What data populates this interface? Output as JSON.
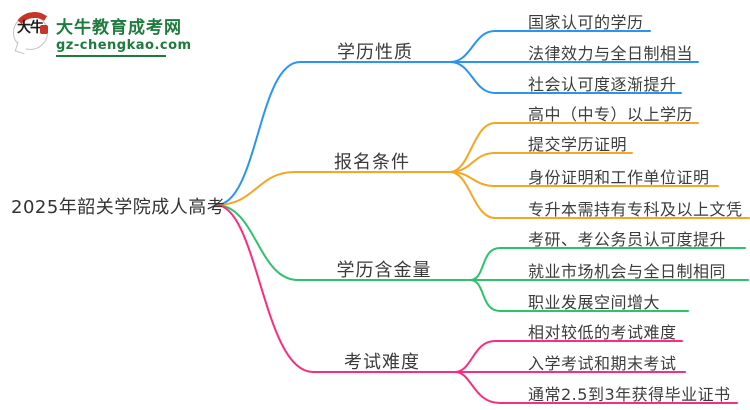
{
  "logo": {
    "icon_text": "大牛",
    "title": "大牛教育成考网",
    "domain": "gz-chengkao.com",
    "brand_green": "#1e7b3e",
    "brand_red": "#c6342b"
  },
  "root": {
    "label": "2025年韶关学院成人高考"
  },
  "branches": [
    {
      "label": "学历性质",
      "color": "#2A94F4",
      "children": [
        "国家认可的学历",
        "法律效力与全日制相当",
        "社会认可度逐渐提升"
      ]
    },
    {
      "label": "报名条件",
      "color": "#F5A623",
      "children": [
        "高中（中专）以上学历",
        "提交学历证明",
        "身份证明和工作单位证明",
        "专升本需持有专科及以上文凭"
      ]
    },
    {
      "label": "学历含金量",
      "color": "#2EC26B",
      "children": [
        "考研、考公务员认可度提升",
        "就业市场机会与全日制相同",
        "职业发展空间增大"
      ]
    },
    {
      "label": "考试难度",
      "color": "#F82D7F",
      "children": [
        "相对较低的考试难度",
        "入学考试和期末考试",
        "通常2.5到3年获得毕业证书"
      ]
    }
  ]
}
